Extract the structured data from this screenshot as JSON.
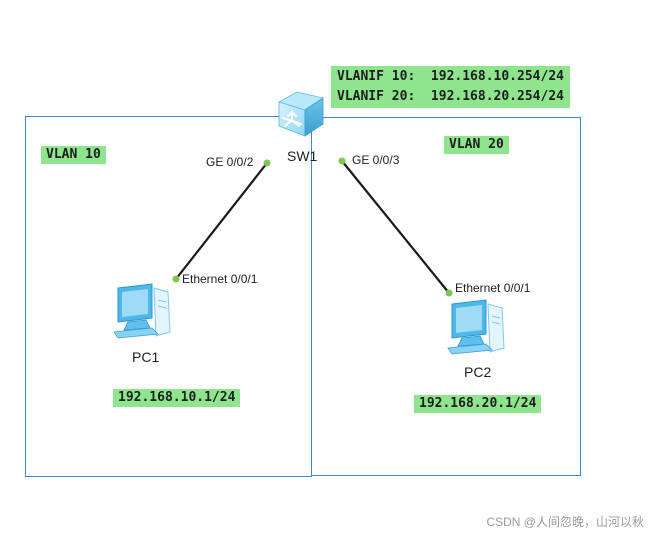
{
  "switch": {
    "name": "SW1",
    "vlanif": [
      "VLANIF 10:  192.168.10.254/24",
      "VLANIF 20:  192.168.20.254/24"
    ]
  },
  "vlans": [
    {
      "label": "VLAN 10"
    },
    {
      "label": "VLAN 20"
    }
  ],
  "hosts": [
    {
      "name": "PC1",
      "ip": "192.168.10.1/24",
      "port": "Ethernet 0/0/1",
      "switch_port": "GE 0/0/2"
    },
    {
      "name": "PC2",
      "ip": "192.168.20.1/24",
      "port": "Ethernet 0/0/1",
      "switch_port": "GE 0/0/3"
    }
  ],
  "colors": {
    "vlan_border": "#3a86d8",
    "tag_fill": "#8ee58e",
    "link": "#1a1a1a",
    "port_dot": "#7ec850"
  },
  "icons": {
    "switch": "layer3-switch-icon",
    "host": "pc-icon"
  },
  "watermark": "CSDN @人间忽晚，山河以秋"
}
